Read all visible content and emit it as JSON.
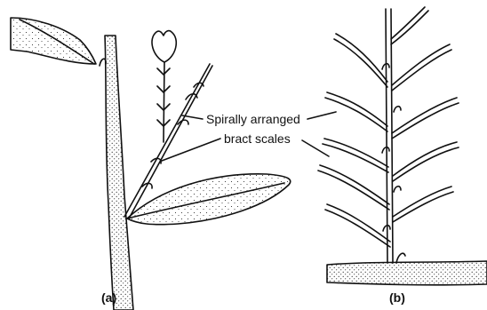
{
  "annotation": {
    "line1": "Spirally arranged",
    "line2": "bract scales"
  },
  "panels": {
    "a": "(a)",
    "b": "(b)"
  },
  "colors": {
    "ink": "#111111",
    "paper": "#ffffff"
  }
}
